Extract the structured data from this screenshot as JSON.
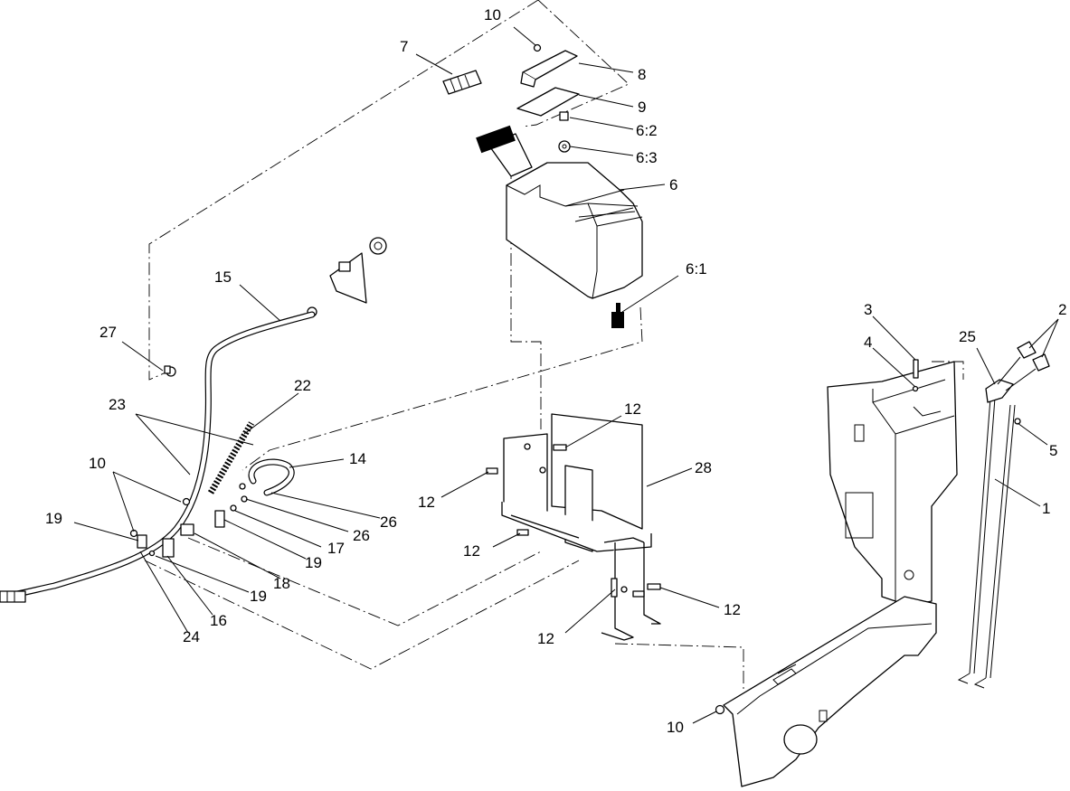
{
  "callouts": [
    {
      "id": "c10a",
      "text": "10"
    },
    {
      "id": "c7",
      "text": "7"
    },
    {
      "id": "c8",
      "text": "8"
    },
    {
      "id": "c9",
      "text": "9"
    },
    {
      "id": "c6-2",
      "text": "6:2"
    },
    {
      "id": "c6-3",
      "text": "6:3"
    },
    {
      "id": "c6",
      "text": "6"
    },
    {
      "id": "c6-1",
      "text": "6:1"
    },
    {
      "id": "c15",
      "text": "15"
    },
    {
      "id": "c27",
      "text": "27"
    },
    {
      "id": "c22",
      "text": "22"
    },
    {
      "id": "c23",
      "text": "23"
    },
    {
      "id": "c14",
      "text": "14"
    },
    {
      "id": "c10b",
      "text": "10"
    },
    {
      "id": "c26a",
      "text": "26"
    },
    {
      "id": "c26b",
      "text": "26"
    },
    {
      "id": "c17",
      "text": "17"
    },
    {
      "id": "c19a",
      "text": "19"
    },
    {
      "id": "c19b",
      "text": "19"
    },
    {
      "id": "c18",
      "text": "18"
    },
    {
      "id": "c19c",
      "text": "19"
    },
    {
      "id": "c16",
      "text": "16"
    },
    {
      "id": "c24",
      "text": "24"
    },
    {
      "id": "c12a",
      "text": "12"
    },
    {
      "id": "c12b",
      "text": "12"
    },
    {
      "id": "c28",
      "text": "28"
    },
    {
      "id": "c12c",
      "text": "12"
    },
    {
      "id": "c12d",
      "text": "12"
    },
    {
      "id": "c12e",
      "text": "12"
    },
    {
      "id": "c3",
      "text": "3"
    },
    {
      "id": "c4",
      "text": "4"
    },
    {
      "id": "c25",
      "text": "25"
    },
    {
      "id": "c2",
      "text": "2"
    },
    {
      "id": "c5",
      "text": "5"
    },
    {
      "id": "c1",
      "text": "1"
    },
    {
      "id": "c10c",
      "text": "10"
    }
  ]
}
